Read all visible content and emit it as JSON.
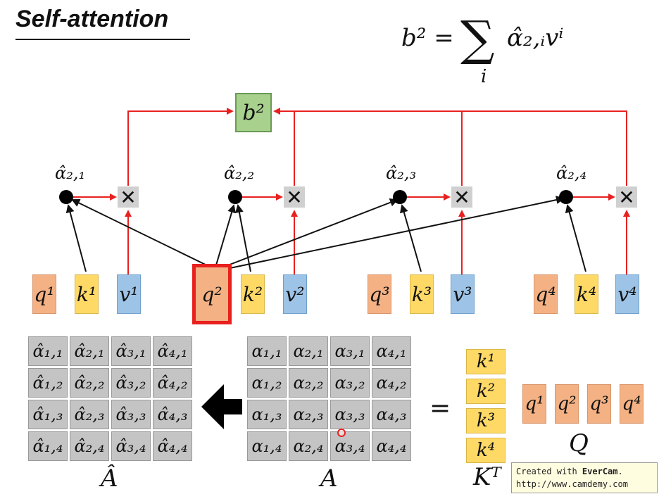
{
  "title": "Self-attention",
  "formula": {
    "lhs": "b²",
    "equals": "=",
    "sum_symbol": "∑",
    "sum_index": "i",
    "term": "α̂₂,ᵢvⁱ"
  },
  "output": "b²",
  "alpha_hats_row2": [
    "α̂₂,₁",
    "α̂₂,₂",
    "α̂₂,₃",
    "α̂₂,₄"
  ],
  "multiply_symbol": "✕",
  "vectors": [
    {
      "q": "q¹",
      "k": "k¹",
      "v": "v¹"
    },
    {
      "q": "q²",
      "k": "k²",
      "v": "v²"
    },
    {
      "q": "q³",
      "k": "k³",
      "v": "v³"
    },
    {
      "q": "q⁴",
      "k": "k⁴",
      "v": "v⁴"
    }
  ],
  "matrix_a_hat": [
    [
      "α̂₁,₁",
      "α̂₂,₁",
      "α̂₃,₁",
      "α̂₄,₁"
    ],
    [
      "α̂₁,₂",
      "α̂₂,₂",
      "α̂₃,₂",
      "α̂₄,₂"
    ],
    [
      "α̂₁,₃",
      "α̂₂,₃",
      "α̂₃,₃",
      "α̂₄,₃"
    ],
    [
      "α̂₁,₄",
      "α̂₂,₄",
      "α̂₃,₄",
      "α̂₄,₄"
    ]
  ],
  "matrix_a": [
    [
      "α₁,₁",
      "α₂,₁",
      "α₃,₁",
      "α₄,₁"
    ],
    [
      "α₁,₂",
      "α₂,₂",
      "α₃,₂",
      "α₄,₂"
    ],
    [
      "α₁,₃",
      "α₂,₃",
      "α₃,₃",
      "α₄,₃"
    ],
    [
      "α₁,₄",
      "α₂,₄",
      "α₃,₄",
      "α₄,₄"
    ]
  ],
  "label_a_hat": "Â",
  "label_a": "A",
  "equals": "=",
  "kt_column": [
    "k¹",
    "k²",
    "k³",
    "k⁴"
  ],
  "label_kt": "Kᵀ",
  "q_row": [
    "q¹",
    "q²",
    "q³",
    "q⁴"
  ],
  "label_q": "Q",
  "watermark": {
    "line1_prefix": "Created with ",
    "brand": "EverCam",
    "line1_suffix": ".",
    "line2": "http://www.camdemy.com"
  },
  "colors": {
    "q": "#f4b183",
    "k": "#ffd966",
    "v": "#9dc3e6",
    "output": "#a9d18e",
    "arrow_red": "#e8211f",
    "cell": "#c4c4c4"
  }
}
